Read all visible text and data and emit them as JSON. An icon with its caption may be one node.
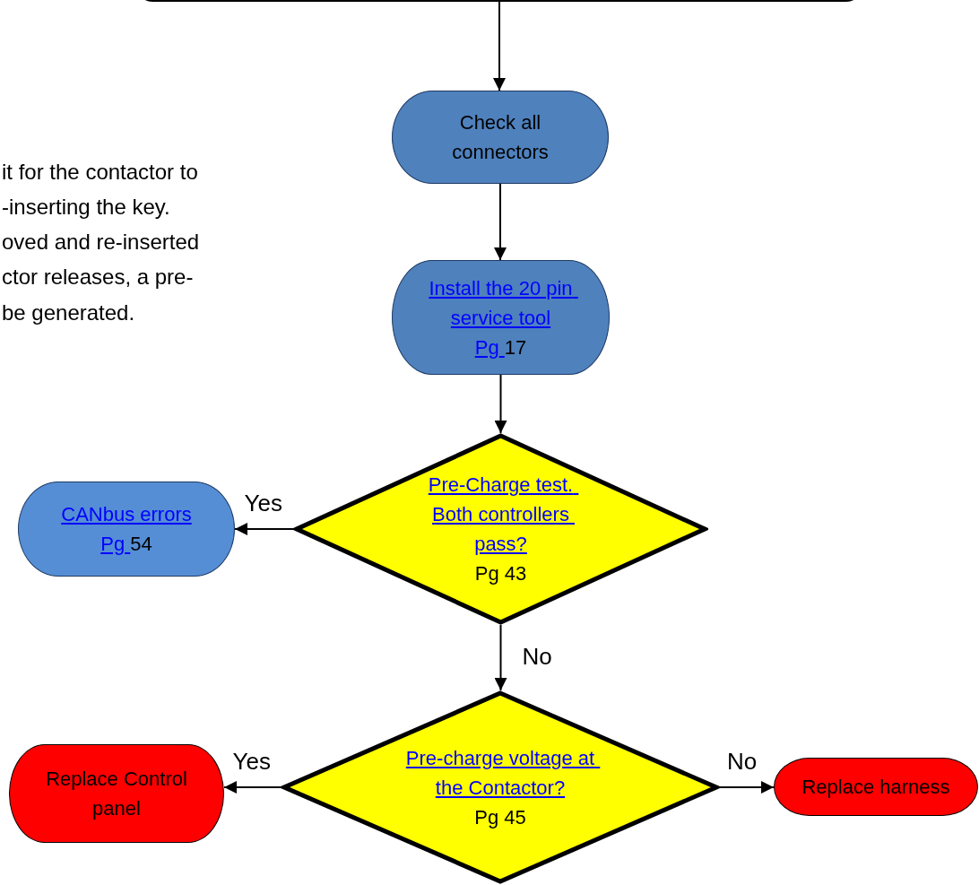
{
  "diagram": {
    "nodes": [
      {
        "text": [],
        "shape": "box"
      },
      {
        "text": [
          "Check all connectors"
        ]
      },
      {
        "text": [
          "Install the 20 pin service tool",
          "Pg 17"
        ]
      },
      {
        "text": [
          "Pre-Charge test. Both controllers pass?",
          "Pg 43"
        ]
      },
      {
        "text": [
          "CANbus errors",
          "Pg 54"
        ]
      },
      {
        "text": [
          "Pre-charge voltage at the Contactor?",
          "Pg 45"
        ]
      },
      {
        "text": [
          "Replace Control  panel"
        ]
      },
      {
        "text": [
          "Replace harness"
        ]
      }
    ],
    "edges": [
      {
        "from": 0,
        "to": 1,
        "arrow": "to"
      },
      {
        "from": 1,
        "to": 2,
        "arrow": "to"
      },
      {
        "from": 2,
        "to": 3,
        "arrow": "to"
      },
      {
        "from": 3,
        "to": 4,
        "arrow": "to",
        "label": "Yes"
      },
      {
        "from": 3,
        "to": 5,
        "arrow": "to",
        "label": "No"
      },
      {
        "from": 5,
        "to": 6,
        "arrow": "to",
        "label": "Yes"
      },
      {
        "from": 5,
        "to": 7,
        "arrow": "to",
        "label": "No"
      }
    ],
    "labels": [
      "it for the contactor to",
      "-inserting the key.",
      "oved and re-inserted",
      "ctor releases, a pre-",
      "be generated."
    ]
  }
}
